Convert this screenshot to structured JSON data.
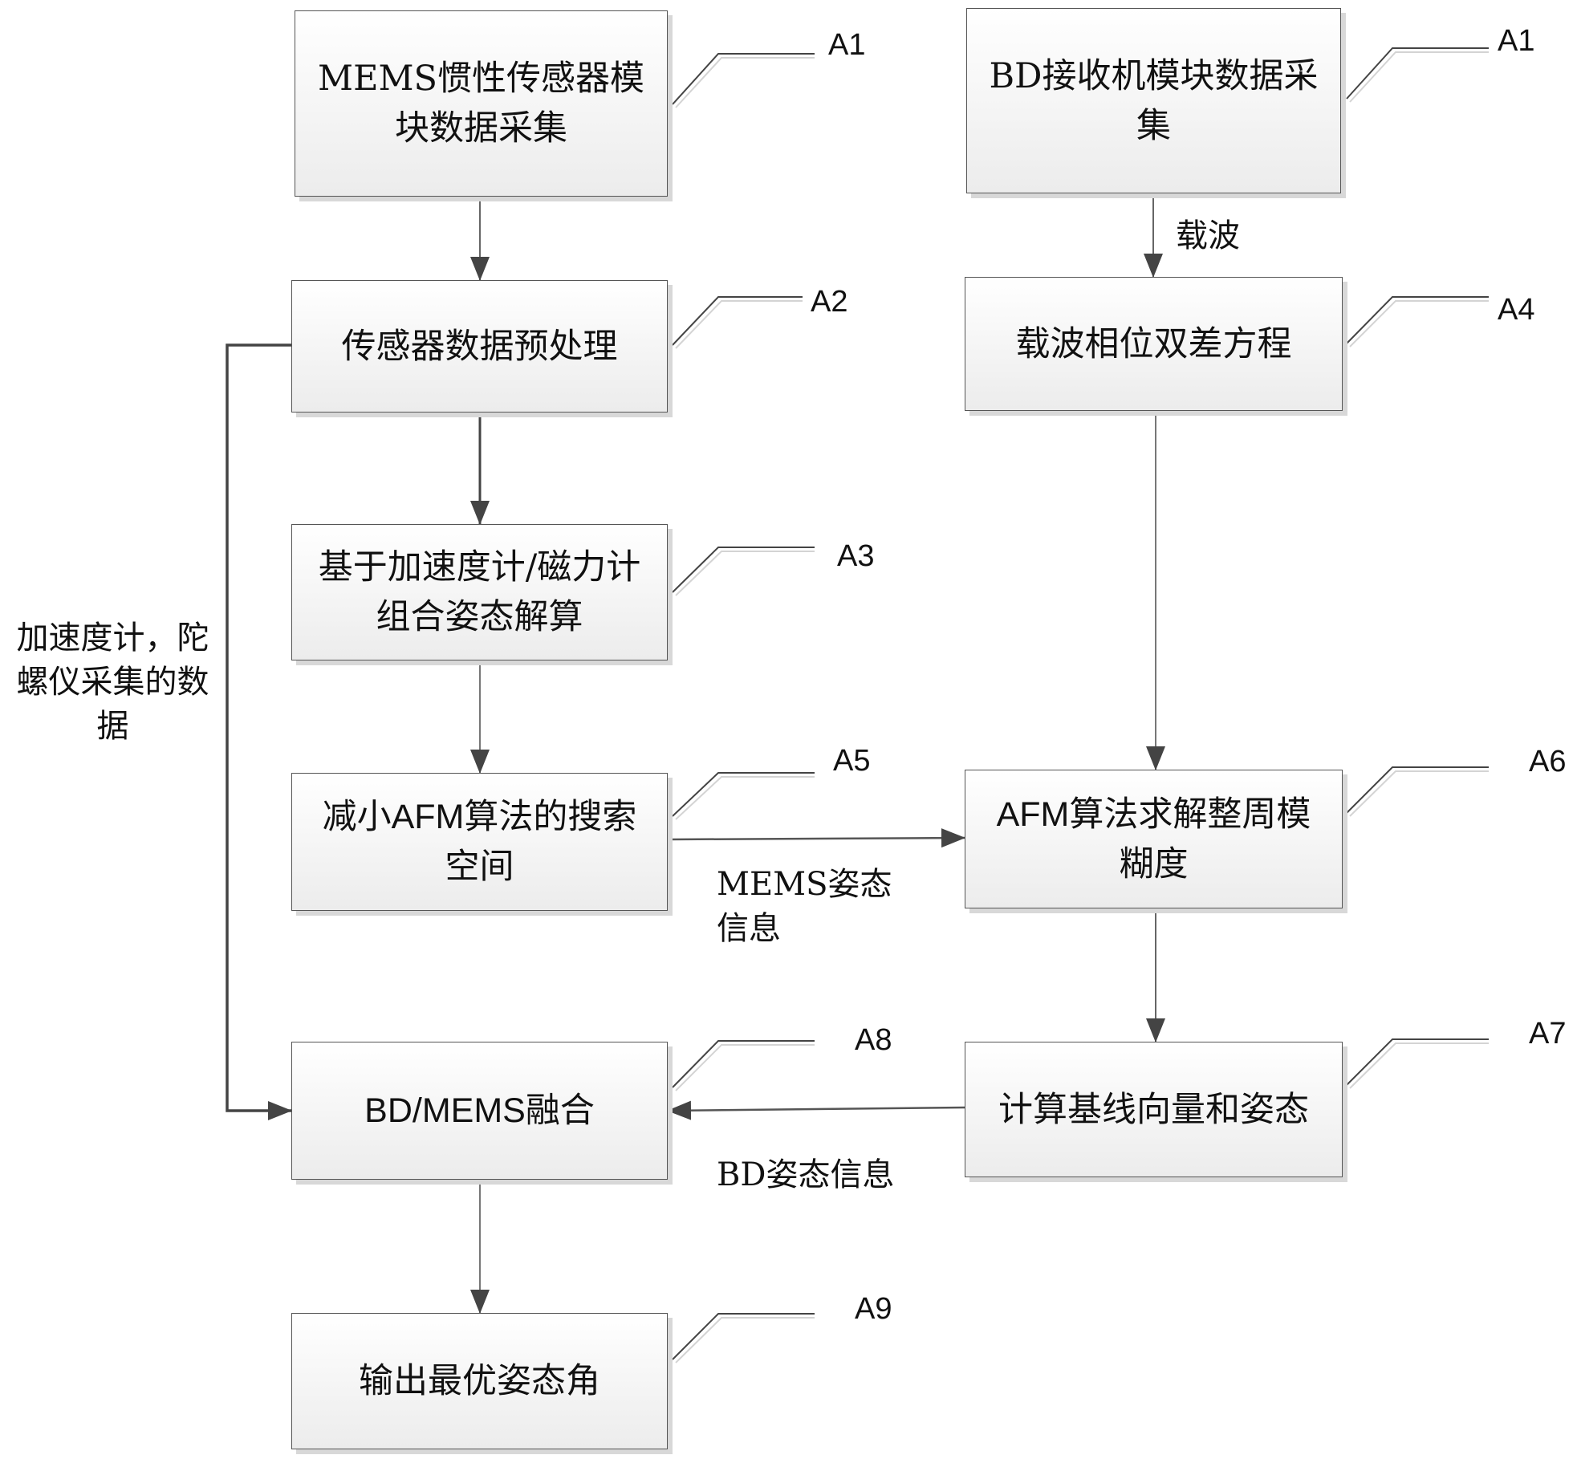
{
  "nodes": {
    "l1": {
      "text": "MEMS惯性传感器模块数据采集",
      "tag": "A1"
    },
    "l2": {
      "text": "传感器数据预处理",
      "tag": "A2"
    },
    "l3": {
      "text": "基于加速度计/磁力计组合姿态解算",
      "tag": "A3"
    },
    "l5": {
      "text": "减小AFM算法的搜索空间",
      "tag": "A5"
    },
    "l8": {
      "text": "BD/MEMS融合",
      "tag": "A8"
    },
    "l9": {
      "text": "输出最优姿态角",
      "tag": "A9"
    },
    "r1": {
      "text": "BD接收机模块数据采集",
      "tag": "A1"
    },
    "r4": {
      "text": "载波相位双差方程",
      "tag": "A4"
    },
    "r6": {
      "text": "AFM算法求解整周模糊度",
      "tag": "A6"
    },
    "r7": {
      "text": "计算基线向量和姿态",
      "tag": "A7"
    }
  },
  "edge_labels": {
    "carrier": "载波",
    "mems_attitude": "MEMS姿态信息",
    "bd_attitude": "BD姿态信息",
    "sensor_data": "加速度计，陀螺仪采集的数据"
  }
}
